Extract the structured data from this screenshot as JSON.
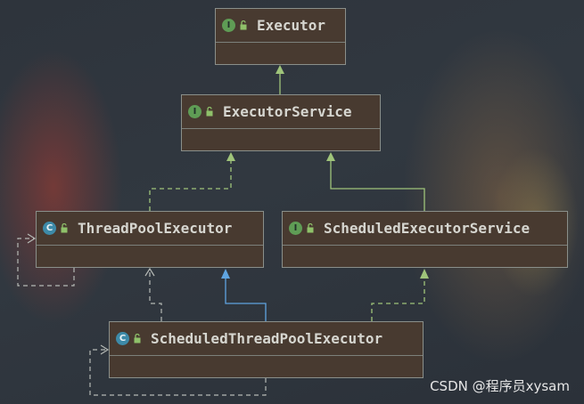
{
  "nodes": {
    "executor": {
      "kind": "I",
      "label": "Executor",
      "type": "interface"
    },
    "executor_service": {
      "kind": "I",
      "label": "ExecutorService",
      "type": "interface"
    },
    "thread_pool_executor": {
      "kind": "C",
      "label": "ThreadPoolExecutor",
      "type": "class"
    },
    "scheduled_executor_service": {
      "kind": "I",
      "label": "ScheduledExecutorService",
      "type": "interface"
    },
    "scheduled_thread_pool_executor": {
      "kind": "C",
      "label": "ScheduledThreadPoolExecutor",
      "type": "class"
    }
  },
  "relations": [
    {
      "from": "ExecutorService",
      "to": "Executor",
      "type": "extends"
    },
    {
      "from": "ThreadPoolExecutor",
      "to": "ExecutorService",
      "type": "implements"
    },
    {
      "from": "ScheduledExecutorService",
      "to": "ExecutorService",
      "type": "extends"
    },
    {
      "from": "ScheduledThreadPoolExecutor",
      "to": "ThreadPoolExecutor",
      "type": "extends"
    },
    {
      "from": "ScheduledThreadPoolExecutor",
      "to": "ScheduledExecutorService",
      "type": "implements"
    },
    {
      "from": "ScheduledThreadPoolExecutor",
      "to": "ThreadPoolExecutor",
      "type": "dependency"
    },
    {
      "from": "ThreadPoolExecutor",
      "to": "ThreadPoolExecutor",
      "type": "self-dependency"
    },
    {
      "from": "ScheduledThreadPoolExecutor",
      "to": "ScheduledThreadPoolExecutor",
      "type": "self-dependency"
    }
  ],
  "colors": {
    "node_fill": "#483a30",
    "node_border": "#8a8f8a",
    "extends_interface": "#9fc47a",
    "extends_class": "#5fa4e0",
    "dependency": "#b5b9b5",
    "interface_badge": "#5f9c55",
    "class_badge": "#3d8aa8"
  },
  "watermark": "CSDN @程序员xysam"
}
